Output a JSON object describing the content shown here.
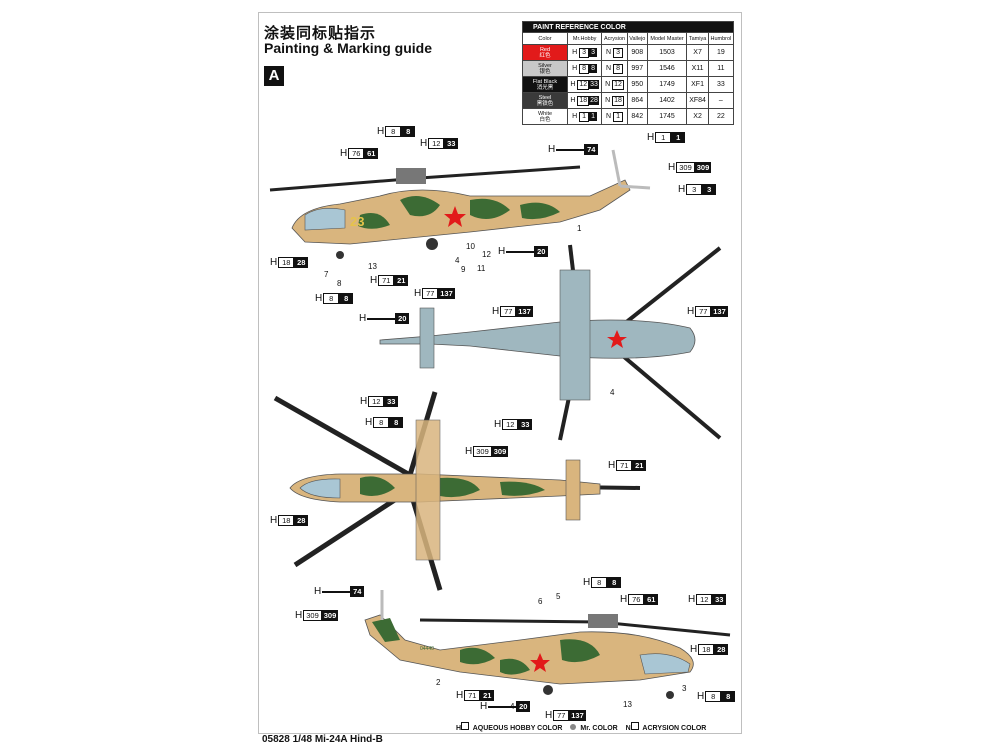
{
  "header": {
    "title_cn": "涂装同标贴指示",
    "title_en": "Painting & Marking guide",
    "section_badge": "A"
  },
  "paint_table": {
    "title": "PAINT  REFERENCE COLOR",
    "columns": [
      "Color",
      "Mr.Hobby",
      "Acrysion",
      "Vallejo",
      "Model Master",
      "Tamiya",
      "Humbrol"
    ],
    "rows": [
      {
        "name": "Red",
        "name_cn": "红色",
        "swatch": "#e21a1a",
        "h_white": "3",
        "h_black": "3",
        "n": "3",
        "vallejo": "908",
        "model_master": "1503",
        "tamiya": "X7",
        "humbrol": "19"
      },
      {
        "name": "Silver",
        "name_cn": "银色",
        "swatch": "#c8c8c8",
        "h_white": "8",
        "h_black": "8",
        "n": "8",
        "vallejo": "997",
        "model_master": "1546",
        "tamiya": "X11",
        "humbrol": "11"
      },
      {
        "name": "Flat Black",
        "name_cn": "消光黑",
        "swatch": "#111111",
        "h_white": "12",
        "h_black": "33",
        "n": "12",
        "vallejo": "950",
        "model_master": "1749",
        "tamiya": "XF1",
        "humbrol": "33"
      },
      {
        "name": "Steel",
        "name_cn": "黑铁色",
        "swatch": "#3a3a3a",
        "h_white": "18",
        "h_black": "28",
        "n": "18",
        "vallejo": "864",
        "model_master": "1402",
        "tamiya": "XF84",
        "humbrol": "–"
      },
      {
        "name": "White",
        "name_cn": "白色",
        "swatch": "#ffffff",
        "h_white": "1",
        "h_black": "1",
        "n": "1",
        "vallejo": "842",
        "model_master": "1745",
        "tamiya": "X2",
        "humbrol": "22"
      }
    ]
  },
  "callouts": {
    "view1": [
      {
        "id": "h8-8",
        "prefix": "H",
        "white": "8",
        "black": "8"
      },
      {
        "id": "h12-33",
        "prefix": "H",
        "white": "12",
        "black": "33"
      },
      {
        "id": "h76-61",
        "prefix": "H",
        "white": "76",
        "black": "61"
      },
      {
        "id": "h1-1",
        "prefix": "H",
        "white": "1",
        "black": "1"
      },
      {
        "id": "h74",
        "prefix": "H",
        "white": "",
        "black": "74"
      },
      {
        "id": "h309-309",
        "prefix": "H",
        "white": "309",
        "black": "309"
      },
      {
        "id": "h3-3",
        "prefix": "H",
        "white": "3",
        "black": "3"
      },
      {
        "id": "h20",
        "prefix": "H",
        "white": "",
        "black": "20"
      },
      {
        "id": "h18-28",
        "prefix": "H",
        "white": "18",
        "black": "28"
      },
      {
        "id": "h71-21",
        "prefix": "H",
        "white": "71",
        "black": "21"
      },
      {
        "id": "h77-137",
        "prefix": "H",
        "white": "77",
        "black": "137"
      },
      {
        "id": "h8-8b",
        "prefix": "H",
        "white": "8",
        "black": "8"
      }
    ],
    "view2": [
      {
        "id": "h77-137a",
        "prefix": "H",
        "white": "77",
        "black": "137"
      },
      {
        "id": "h77-137b",
        "prefix": "H",
        "white": "77",
        "black": "137"
      },
      {
        "id": "h20",
        "prefix": "H",
        "white": "",
        "black": "20"
      }
    ],
    "view3": [
      {
        "id": "h12-33a",
        "prefix": "H",
        "white": "12",
        "black": "33"
      },
      {
        "id": "h8-8",
        "prefix": "H",
        "white": "8",
        "black": "8"
      },
      {
        "id": "h309-309",
        "prefix": "H",
        "white": "309",
        "black": "309"
      },
      {
        "id": "h12-33b",
        "prefix": "H",
        "white": "12",
        "black": "33"
      },
      {
        "id": "h71-21",
        "prefix": "H",
        "white": "71",
        "black": "21"
      },
      {
        "id": "h18-28",
        "prefix": "H",
        "white": "18",
        "black": "28"
      }
    ],
    "view4": [
      {
        "id": "h74",
        "prefix": "H",
        "white": "",
        "black": "74"
      },
      {
        "id": "h309-309",
        "prefix": "H",
        "white": "309",
        "black": "309"
      },
      {
        "id": "h8-8",
        "prefix": "H",
        "white": "8",
        "black": "8"
      },
      {
        "id": "h76-61",
        "prefix": "H",
        "white": "76",
        "black": "61"
      },
      {
        "id": "h12-33",
        "prefix": "H",
        "white": "12",
        "black": "33"
      },
      {
        "id": "h18-28",
        "prefix": "H",
        "white": "18",
        "black": "28"
      },
      {
        "id": "h71-21",
        "prefix": "H",
        "white": "71",
        "black": "21"
      },
      {
        "id": "h20",
        "prefix": "H",
        "white": "",
        "black": "20"
      },
      {
        "id": "h77-137",
        "prefix": "H",
        "white": "77",
        "black": "137"
      },
      {
        "id": "h8-8b",
        "prefix": "H",
        "white": "8",
        "black": "8"
      }
    ]
  },
  "part_numbers": {
    "view1": [
      "1",
      "4",
      "9",
      "10",
      "11",
      "12",
      "13",
      "7",
      "8"
    ],
    "view2": [
      "4"
    ],
    "view4": [
      "6",
      "5",
      "2",
      "4",
      "13",
      "3"
    ]
  },
  "aircraft": {
    "star_color": "#e21a1a",
    "sand_color": "#d9b57e",
    "green_color": "#3c6b34",
    "belly_color": "#9fb7bf",
    "side_number": "23",
    "serial": "04440"
  },
  "footer": {
    "model_line": "05828  1/48  Mi-24A Hind-B",
    "legend_h": "H",
    "legend_h_text": "AQUEOUS HOBBY COLOR",
    "legend_mr": "Mr. COLOR",
    "legend_n": "N",
    "legend_n_text": "ACRYSION COLOR"
  }
}
